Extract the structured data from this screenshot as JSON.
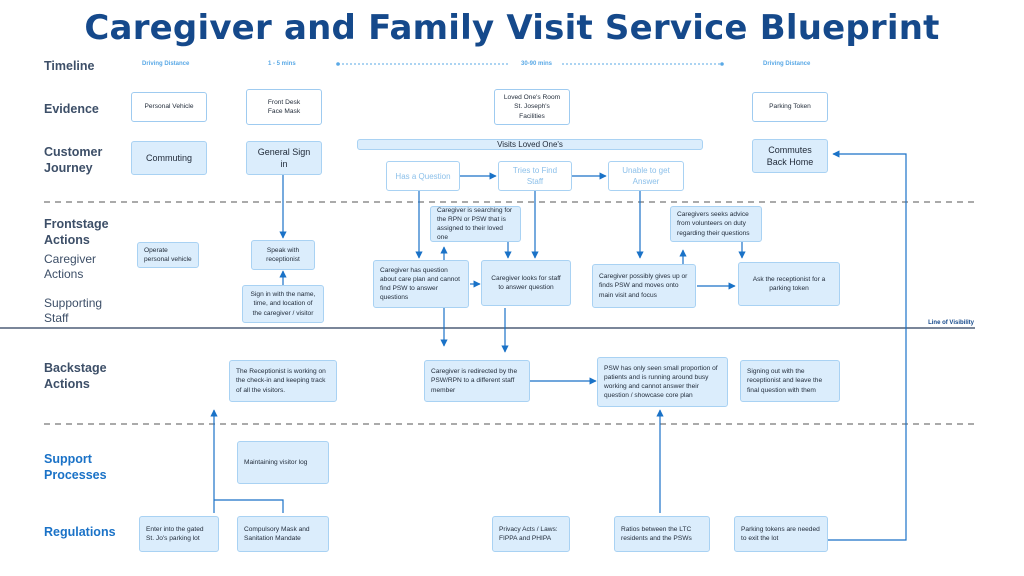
{
  "title": "Caregiver and Family Visit Service Blueprint",
  "lanes": {
    "timeline": "Timeline",
    "evidence": "Evidence",
    "customer_journey": "Customer Journey",
    "frontstage": "Frontstage Actions",
    "caregiver_actions": "Caregiver Actions",
    "supporting_staff": "Supporting Staff",
    "backstage": "Backstage Actions",
    "support_processes": "Support Processes",
    "regulations": "Regulations"
  },
  "line_of_visibility": "Line of Visibility",
  "timeline": {
    "t1": "Driving Distance",
    "t2": "1 - 5 mins",
    "t3": "30-90 mins",
    "t4": "Driving Distance"
  },
  "evidence": {
    "e1": "Personal Vehicle",
    "e2_l1": "Front Desk",
    "e2_l2": "Face Mask",
    "e3_l1": "Loved One's Room",
    "e3_l2": "St. Joseph's Facilities",
    "e4": "Parking Token"
  },
  "journey": {
    "j1": "Commuting",
    "j2": "General Sign in",
    "group": "Visits Loved One's",
    "q": "Has a Question",
    "find": "Tries to Find Staff",
    "unable": "Unable to get Answer",
    "home": "Commutes Back Home"
  },
  "frontstage": {
    "operate": "Operate personal vehicle",
    "speak": "Speak with receptionist",
    "signin": "Sign in with the name, time, and location of the caregiver / visitor",
    "searching": "Caregiver is searching for the RPN or PSW that is assigned to their loved one",
    "hasq": "Caregiver has question about care plan and cannot find PSW to answer questions",
    "looks": "Caregiver looks for staff to answer question",
    "advice": "Caregivers seeks advice from volunteers on duty regarding their questions",
    "givesup": "Caregiver possibly gives up or finds PSW and moves onto main visit and focus",
    "askrec": "Ask the receptionist for a parking token"
  },
  "backstage": {
    "recep": "The Receptionist is working on the check-in and keeping track of all the visitors.",
    "redirect": "Caregiver is redirected by the PSW/RPN to a different staff member",
    "psw": "PSW has only seen small proportion of patients and is running around busy working and cannot answer their question / showcase core plan",
    "signout": "Signing out with the receptionist and leave the final question with them"
  },
  "support": {
    "log": "Maintaining visitor log"
  },
  "regulations": {
    "gated": "Enter into the gated St. Jo's parking lot",
    "mask": "Compulsory Mask and Sanitation Mandate",
    "privacy": "Privacy Acts / Laws: FIPPA and PHIPA",
    "ratios": "Ratios between the LTC residents and the PSWs",
    "tokens": "Parking tokens are needed to exit the lot"
  },
  "colors": {
    "title": "#15498b",
    "lane_label": "#3d4f68",
    "lane_blue": "#1a72c7",
    "arrow": "#1a72c7",
    "box_fill": "#dbedfc",
    "box_border": "#a9d2f3",
    "faded_text": "#8cc0ea"
  }
}
